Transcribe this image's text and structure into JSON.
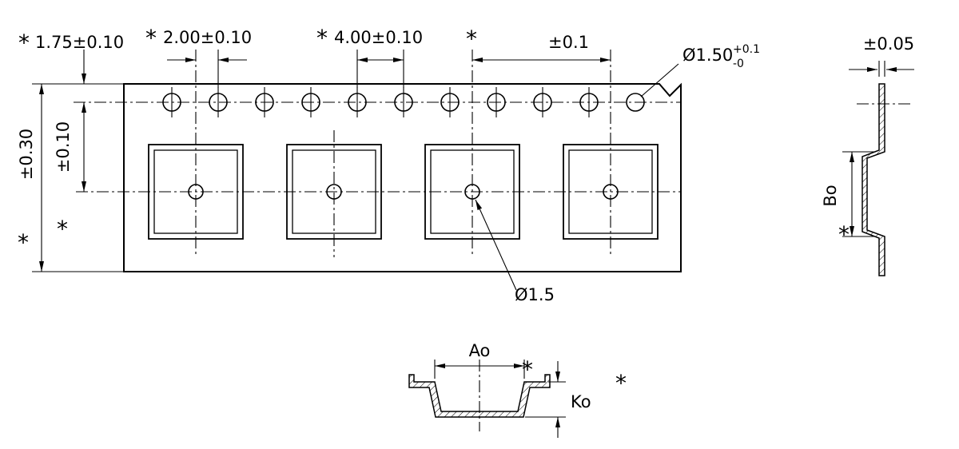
{
  "page": {
    "background": "#ffffff",
    "line_color": "#000000"
  },
  "drawing": {
    "kind": "carrier-tape-dimensional-drawing",
    "views": {
      "top_view": {
        "sprocket_hole_count": 11,
        "pocket_count": 4
      },
      "side_view": {
        "shown": true
      },
      "pocket_section_view": {
        "shown": true
      }
    },
    "labels": {
      "asterisk": "*",
      "dim_sprocket_edge": "1.75±0.10",
      "dim_pocket_to_hole": "2.00±0.10",
      "dim_hole_pitch": "4.00±0.10",
      "dim_pocket_pitch_tol": "±0.1",
      "sprocket_hole_dia": "Ø1.50",
      "sprocket_hole_dia_tol_plus": "+0.1",
      "sprocket_hole_dia_tol_minus": "-0",
      "dim_thickness_tol": "±0.05",
      "dim_tape_width_tol": "±0.30",
      "dim_hole_to_pocket_center": "±0.10",
      "pocket_hole_dia": "Ø1.5",
      "dim_pocket_width": "Ao",
      "dim_pocket_depth": "Ko",
      "dim_pocket_length": "Bo"
    }
  }
}
